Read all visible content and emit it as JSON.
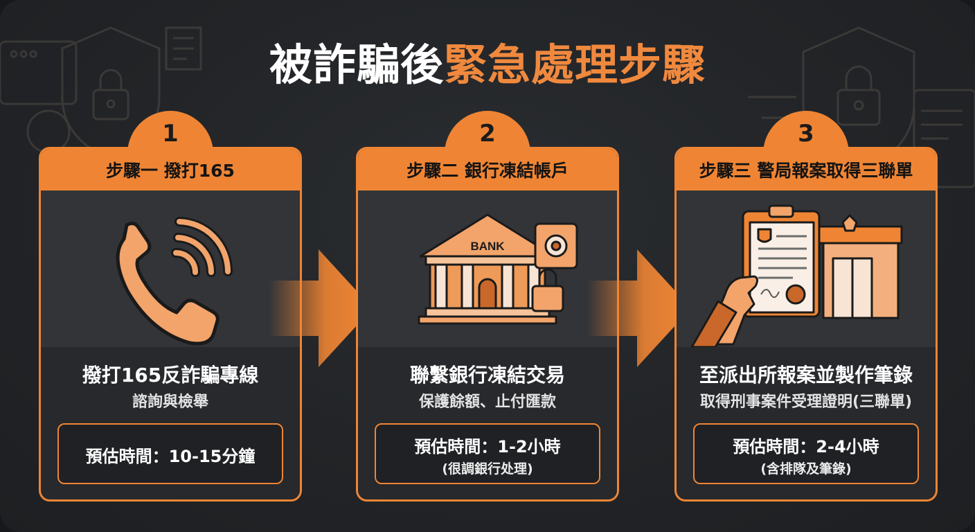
{
  "title": {
    "white": "被詐騙後",
    "orange": "緊急處理步驟"
  },
  "colors": {
    "accent": "#ef8534",
    "background": "#222427",
    "panel": "#27292d"
  },
  "steps": [
    {
      "number": "1",
      "header": "步驟一 撥打165",
      "illustration": "phone-icon",
      "main": "撥打165反詐騙專線",
      "sub": "諮詢與檢舉",
      "time": "預估時間：10-15分鐘",
      "note": ""
    },
    {
      "number": "2",
      "header": "步驟二 銀行凍結帳戶",
      "illustration": "bank-icon",
      "bank_label": "BANK",
      "main": "聯繫銀行凍結交易",
      "sub": "保護餘額、止付匯款",
      "time": "預估時間：1-2小時",
      "note": "(很調銀行处理)"
    },
    {
      "number": "3",
      "header": "步驟三 警局報案取得三聯單",
      "illustration": "police-report-icon",
      "main": "至派出所報案並製作筆錄",
      "sub": "取得刑事案件受理證明(三聯單)",
      "time": "預估時間：2-4小時",
      "note": "(含排隊及筆錄)"
    }
  ]
}
